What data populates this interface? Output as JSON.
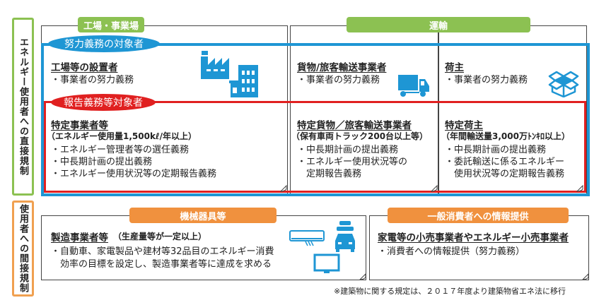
{
  "side_labels": {
    "direct": "エネルギー使用者への直接規制",
    "indirect": "使用者への間接規制"
  },
  "sections": {
    "factory_tab": "工場・事業場",
    "transport_tab": "運輸",
    "equipment_tab": "機械器具等",
    "consumer_tab": "一般消費者への情報提供"
  },
  "effort_obligation": {
    "pill": "努力義務の対象者",
    "factory": {
      "heading": "工場等の設置者",
      "lines": [
        "・事業者の努力義務"
      ],
      "icon": "factory-building-icon"
    },
    "carrier": {
      "heading": "貨物/旅客輸送事業者",
      "lines": [
        "・事業者の努力義務"
      ],
      "icon": "truck-icon"
    },
    "shipper": {
      "heading": "荷主",
      "lines": [
        "・事業者の努力義務"
      ],
      "icon": "box-icon"
    }
  },
  "report_obligation": {
    "pill": "報告義務等対象者",
    "factory": {
      "heading": "特定事業者等",
      "sub": "（エネルギー使用量1,500kℓ/年以上）",
      "lines": [
        "・エネルギー管理者等の選任義務",
        "・中長期計画の提出義務",
        "・エネルギー使用状況等の定期報告義務"
      ]
    },
    "carrier": {
      "heading": "特定貨物／旅客輸送事業者",
      "sub": "（保有車両トラック200台以上等）",
      "lines": [
        "・中長期計画の提出義務",
        "・エネルギー使用状況等の",
        "　定期報告義務"
      ]
    },
    "shipper": {
      "heading": "特定荷主",
      "sub": "（年間輸送量3,000万ﾄﾝｷﾛ以上）",
      "lines": [
        "・中長期計画の提出義務",
        "・委託輸送に係るエネルギー",
        "　使用状況等の定期報告義務"
      ]
    }
  },
  "equipment": {
    "heading": "製造事業者等",
    "sub": "（生産量等が一定以上）",
    "lines": [
      "・自動車、家電製品や建材等32品目のエネルギー消費",
      "　効率の目標を設定し、製造事業者等に達成を求める"
    ],
    "icons": [
      "air-conditioner-icon",
      "car-icon",
      "tv-icon"
    ]
  },
  "consumer": {
    "heading": "家電等の小売事業者やエネルギー小売事業者",
    "lines": [
      "・消費者への情報提供（努力義務）"
    ]
  },
  "footnote": "※建築物に関する規定は、２０１７年度より建築物省エネ法に移行",
  "colors": {
    "green": "#8cc152",
    "orange": "#f0913e",
    "blue": "#1e96d4",
    "red": "#e02020"
  }
}
